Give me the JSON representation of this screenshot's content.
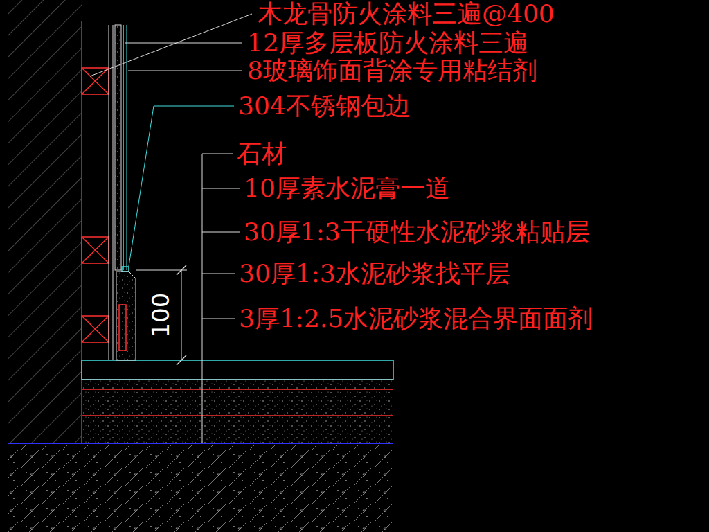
{
  "diagram": {
    "labels": [
      "木龙骨防火涂料三遍@400",
      "12厚多层板防火涂料三遍",
      "8玻璃饰面背涂专用粘结剂",
      "304不锈钢包边",
      "石材",
      "10厚素水泥膏一道",
      "30厚1:3干硬性水泥砂浆粘贴层",
      "30厚1:3水泥砂浆找平层",
      "3厚1:2.5水泥砂浆混合界面面剂",
      "100"
    ]
  }
}
